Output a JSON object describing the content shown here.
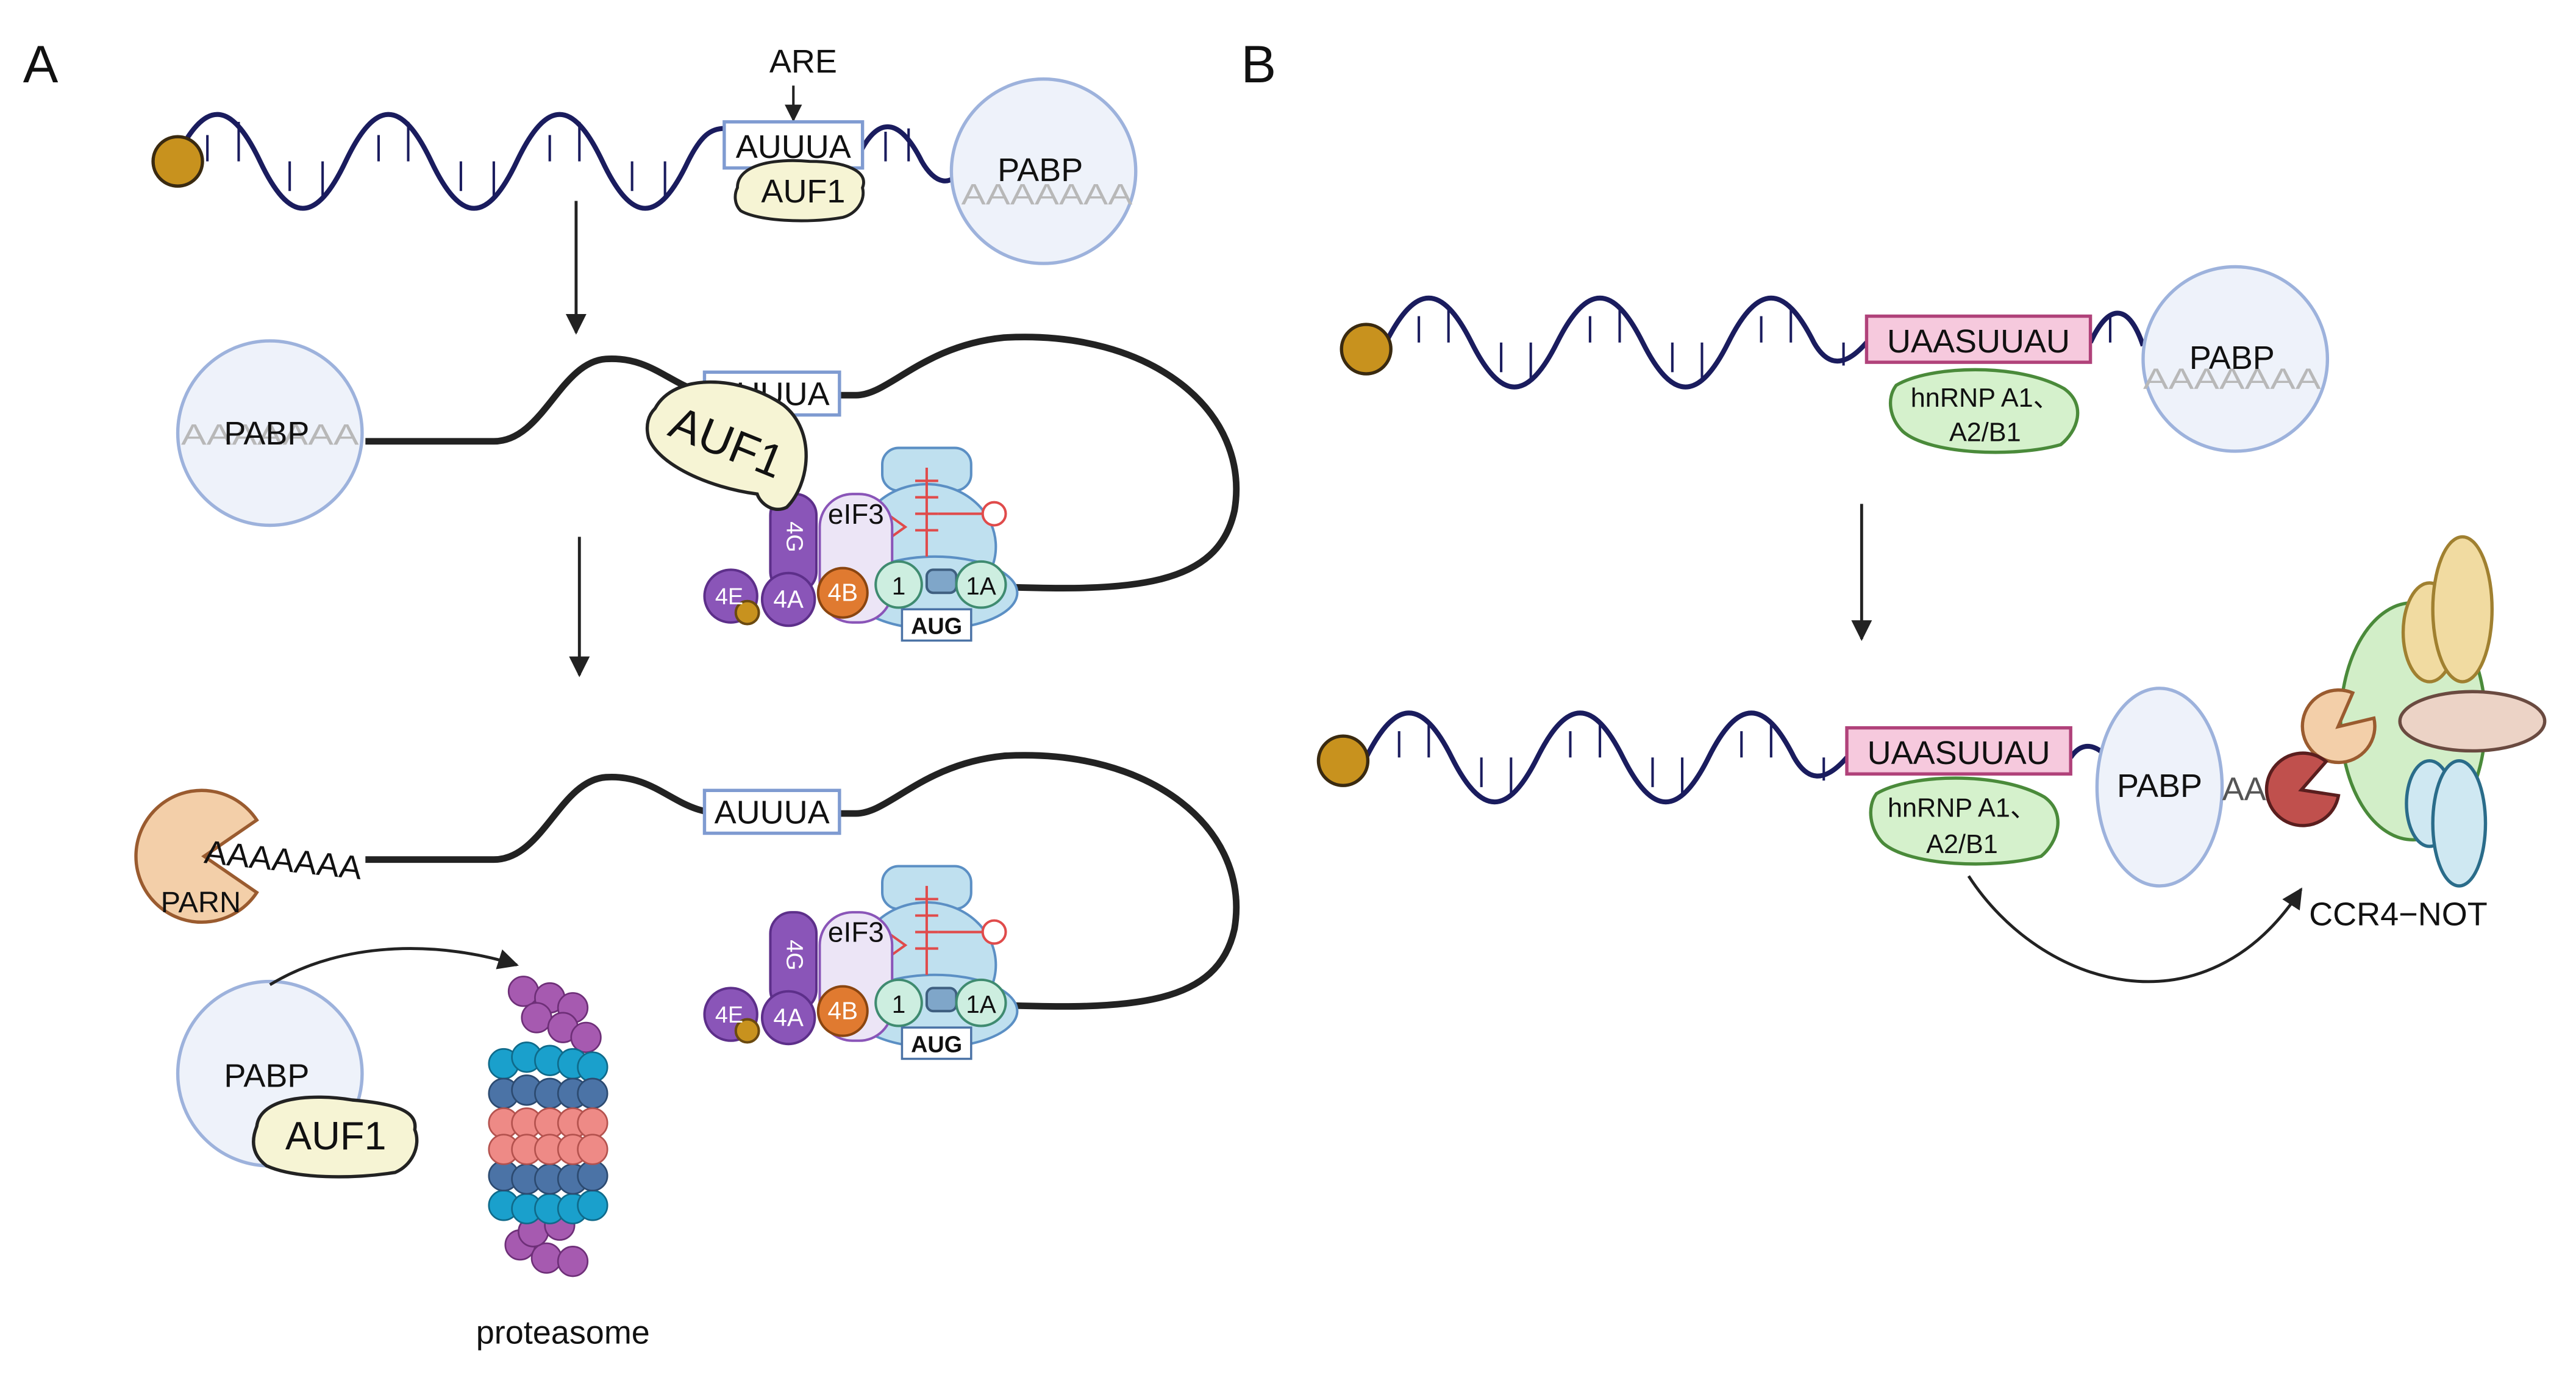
{
  "panels": {
    "a": "A",
    "b": "B"
  },
  "labels": {
    "are": "ARE",
    "auuua": "AUUUA",
    "auf1": "AUF1",
    "pabp": "PABP",
    "polya": "AAAAAAA",
    "polya_short": "AAA",
    "parn": "PARN",
    "proteasome": "proteasome",
    "eif3": "eIF3",
    "e4g": "4G",
    "e4e": "4E",
    "e4a": "4A",
    "e4b": "4B",
    "one": "1",
    "one_a": "1A",
    "aug": "AUG",
    "uaasuuau": "UAASUUAU",
    "hnrnp_line1": "hnRNP A1、",
    "hnrnp_line2": "A2/B1",
    "ccr4not": "CCR4−NOT"
  },
  "colors": {
    "rna": "#1a1c5e",
    "cap": "#c8921e",
    "mrna_thread": "#222222",
    "are_box": "#7f9bd1",
    "auf1_fill": "#f6f4d4",
    "pabp_fill": "#eef2fa",
    "pabp_stroke": "#9db2dc",
    "polya_text": "#b8b8b8",
    "parn_fill": "#f3cfa9",
    "parn_stroke": "#9a5b2f",
    "purple": "#8a55b8",
    "orange": "#e07a30",
    "lavender": "#ece5f6",
    "light_blue": "#bfe0ef",
    "mint": "#cdeee0",
    "tRNA_red": "#e04b4b",
    "uaa_fill": "#f6c9dd",
    "uaa_stroke": "#b0427a",
    "hnrnp_fill": "#d5f1cc",
    "hnrnp_stroke": "#4a8a3a",
    "cyan": "#1aa0cc",
    "slate": "#4b73a6",
    "salmon": "#ee8a86",
    "violet": "#a65ab0",
    "ccr_green": "#d2eec8",
    "ccr_yellow": "#f1dba1",
    "ccr_pink": "#ecd3c6",
    "ccr_red": "#c0504d",
    "ccr_blue": "#cfe8f2"
  }
}
